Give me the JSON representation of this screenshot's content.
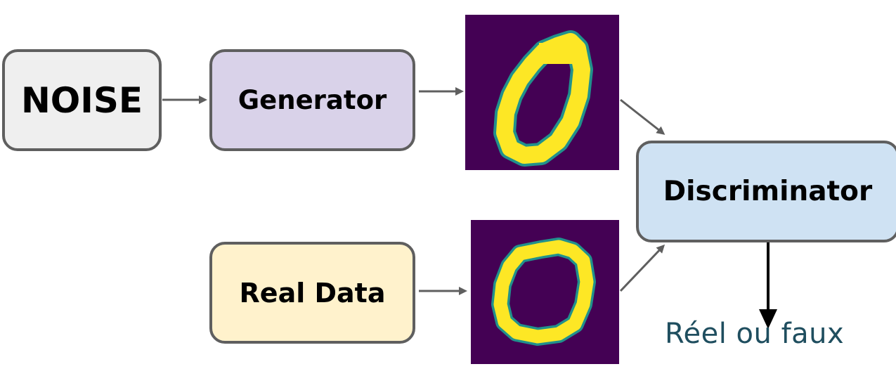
{
  "nodes": {
    "noise": "NOISE",
    "generator": "Generator",
    "real_data": "Real Data",
    "discriminator": "Discriminator"
  },
  "output_label": "Réel ou faux",
  "images": {
    "generated_sample": "handwritten-zero (generated)",
    "real_sample": "handwritten-zero (real)"
  },
  "colors": {
    "noise_fill": "#efefef",
    "generator_fill": "#d9d2e9",
    "real_data_fill": "#fff2cc",
    "discriminator_fill": "#cfe2f3",
    "border": "#5f5f5f",
    "arrow": "#5f5f5f",
    "output_arrow": "#000000",
    "digit_background": "#440154",
    "digit_stroke": "#fde725",
    "digit_edge": "#21918c",
    "output_text": "#1f4e5f"
  }
}
